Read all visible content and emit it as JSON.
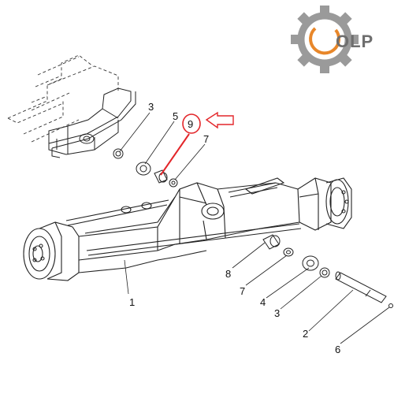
{
  "logo": {
    "text": "OLP",
    "gear_color": "#9a9a9a",
    "accent_color": "#e8872a",
    "text_color": "#6e6e6e"
  },
  "callouts": [
    {
      "id": "1",
      "text": "1"
    },
    {
      "id": "2",
      "text": "2"
    },
    {
      "id": "3a",
      "text": "3"
    },
    {
      "id": "3b",
      "text": "3"
    },
    {
      "id": "4",
      "text": "4"
    },
    {
      "id": "5",
      "text": "5"
    },
    {
      "id": "6",
      "text": "6"
    },
    {
      "id": "7a",
      "text": "7"
    },
    {
      "id": "7b",
      "text": "7"
    },
    {
      "id": "8",
      "text": "8"
    },
    {
      "id": "9",
      "text": "9",
      "highlighted": true
    }
  ],
  "highlight_color": "#e3262a",
  "line_color": "#222222",
  "arrow_icon": "arrow-left-outline-icon"
}
